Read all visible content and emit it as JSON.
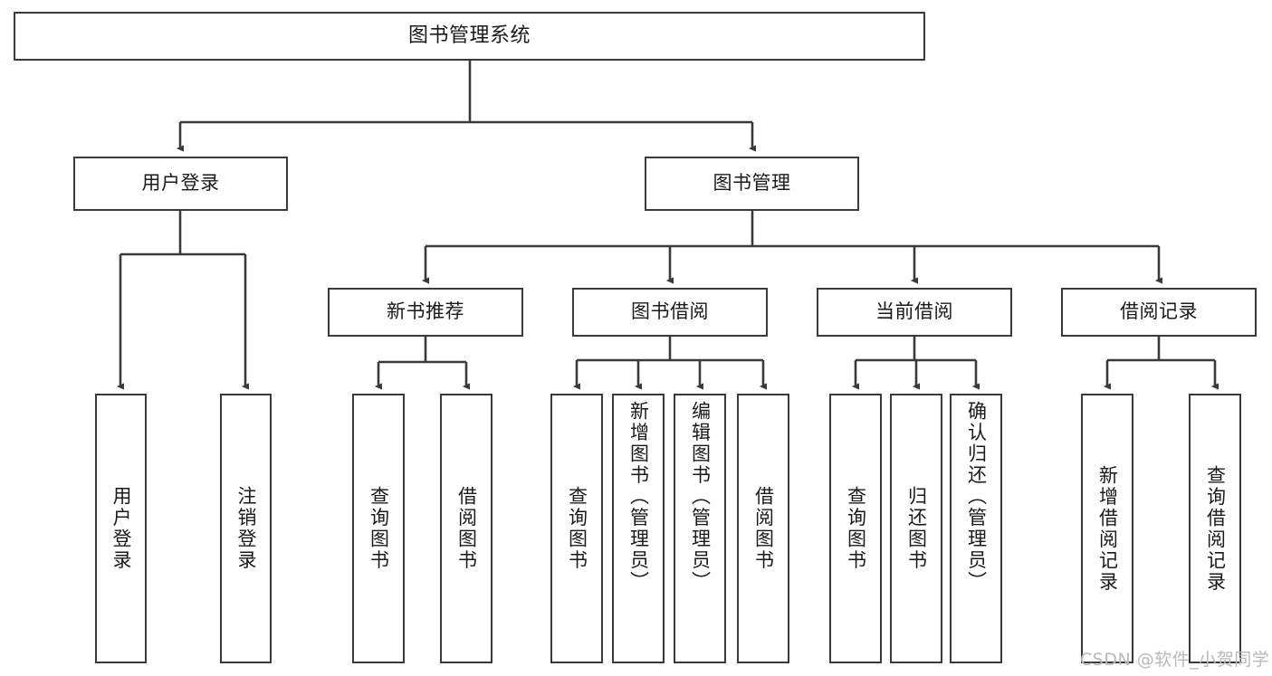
{
  "diagram": {
    "type": "tree-hierarchy",
    "title": "图书管理系统",
    "root": {
      "label": "图书管理系统"
    },
    "level2": [
      {
        "id": "user-login",
        "label": "用户登录"
      },
      {
        "id": "book-management",
        "label": "图书管理"
      }
    ],
    "level3": [
      {
        "id": "new-book-recommend",
        "label": "新书推荐",
        "parent": "book-management"
      },
      {
        "id": "book-borrow",
        "label": "图书借阅",
        "parent": "book-management"
      },
      {
        "id": "current-borrow",
        "label": "当前借阅",
        "parent": "book-management"
      },
      {
        "id": "borrow-record",
        "label": "借阅记录",
        "parent": "book-management"
      }
    ],
    "leaves": {
      "user_login": [
        {
          "id": "leaf-user-login",
          "label": "用户登录"
        },
        {
          "id": "leaf-logout-login",
          "label": "注销登录"
        }
      ],
      "new_book_recommend": [
        {
          "id": "leaf-query-book-1",
          "label": "查询图书"
        },
        {
          "id": "leaf-borrow-book-1",
          "label": "借阅图书"
        }
      ],
      "book_borrow": [
        {
          "id": "leaf-query-book-2",
          "label": "查询图书"
        },
        {
          "id": "leaf-add-book",
          "label": "新增图书（管理员）"
        },
        {
          "id": "leaf-edit-book",
          "label": "编辑图书（管理员）"
        },
        {
          "id": "leaf-borrow-book-2",
          "label": "借阅图书"
        }
      ],
      "current_borrow": [
        {
          "id": "leaf-query-book-3",
          "label": "查询图书"
        },
        {
          "id": "leaf-return-book",
          "label": "归还图书"
        },
        {
          "id": "leaf-confirm-return",
          "label": "确认归还（管理员）"
        }
      ],
      "borrow_record": [
        {
          "id": "leaf-add-record",
          "label": "新增借阅记录"
        },
        {
          "id": "leaf-query-record",
          "label": "查询借阅记录"
        }
      ]
    },
    "colors": {
      "box_border": "#3a3a3a",
      "connector": "#3a3a3a",
      "background": "#ffffff",
      "text": "#1a1a1a",
      "watermark": "#b9b9b9"
    }
  },
  "watermark": {
    "text": "CSDN @软件_小贺同学"
  }
}
